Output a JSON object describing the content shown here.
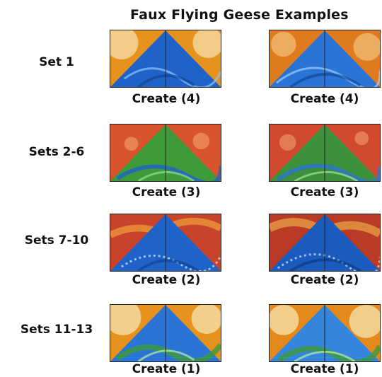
{
  "title": "Faux Flying Geese Examples",
  "rows": [
    {
      "label": "Set 1",
      "captions": [
        "Create (4)",
        "Create (4)"
      ]
    },
    {
      "label": "Sets 2-6",
      "captions": [
        "Create (3)",
        "Create (3)"
      ]
    },
    {
      "label": "Sets 7-10",
      "captions": [
        "Create (2)",
        "Create (2)"
      ]
    },
    {
      "label": "Sets 11-13",
      "captions": [
        "Create (1)",
        "Create (1)"
      ]
    }
  ],
  "colors": {
    "sky_orange": "#e8921e",
    "sky_red": "#d9532c",
    "goose_blue": "#1f63c9",
    "goose_green": "#3f9a3a",
    "dots_light": "#f6e6b8"
  }
}
